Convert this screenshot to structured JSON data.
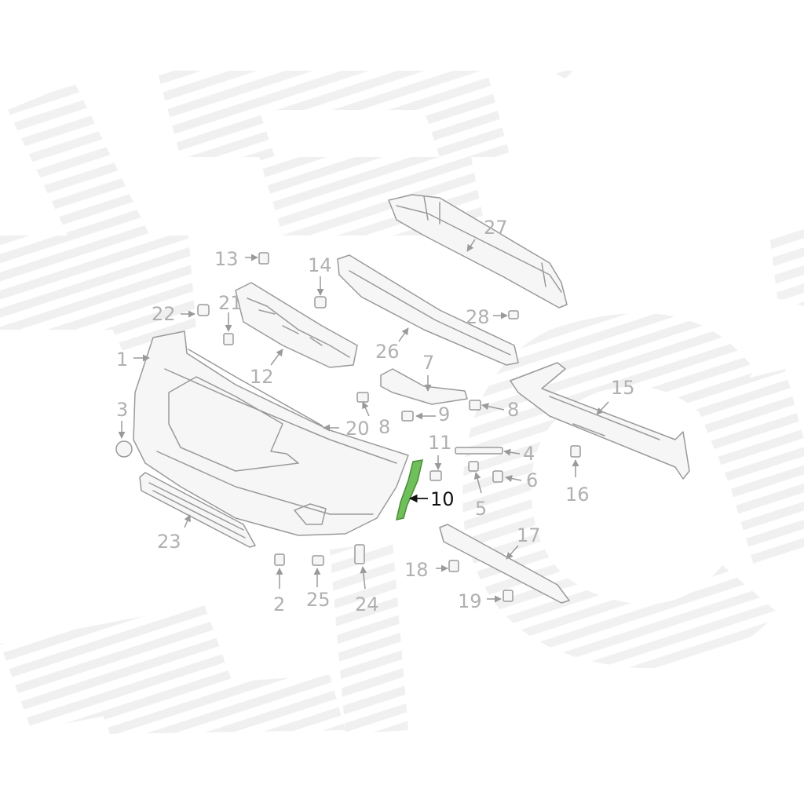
{
  "diagram": {
    "highlight_color": "#6fbf5a",
    "label_color": "#b0b0b0",
    "highlight_label_color": "#111111",
    "callouts": {
      "c1": "1",
      "c2": "2",
      "c3": "3",
      "c4": "4",
      "c5": "5",
      "c6": "6",
      "c7": "7",
      "c8a": "8",
      "c8b": "8",
      "c9": "9",
      "c10": "10",
      "c11": "11",
      "c12": "12",
      "c13": "13",
      "c14": "14",
      "c15": "15",
      "c16": "16",
      "c17": "17",
      "c18": "18",
      "c19": "19",
      "c20": "20",
      "c21": "21",
      "c22": "22",
      "c23": "23",
      "c24": "24",
      "c25": "25",
      "c26": "26",
      "c27": "27",
      "c28": "28"
    },
    "highlighted_part": "10"
  }
}
